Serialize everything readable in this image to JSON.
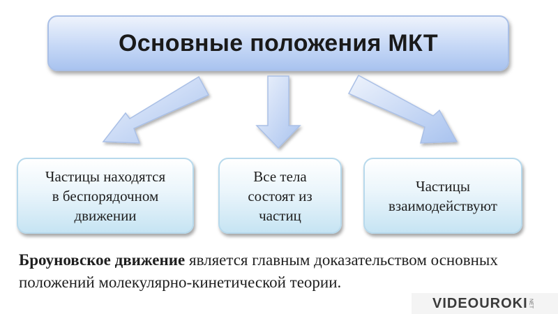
{
  "title": "Основные положения МКТ",
  "cards": [
    "Частицы находятся\nв беспорядочном\nдвижении",
    "Все тела\nсостоят из\nчастиц",
    "Частицы\nвзаимодействуют"
  ],
  "caption": {
    "bold": "Броуновское движение",
    "rest": " является главным доказательством основных положений молекулярно-кинетической теории."
  },
  "logo": {
    "text": "VIDEOUROKI",
    "suffix": "NET"
  }
}
